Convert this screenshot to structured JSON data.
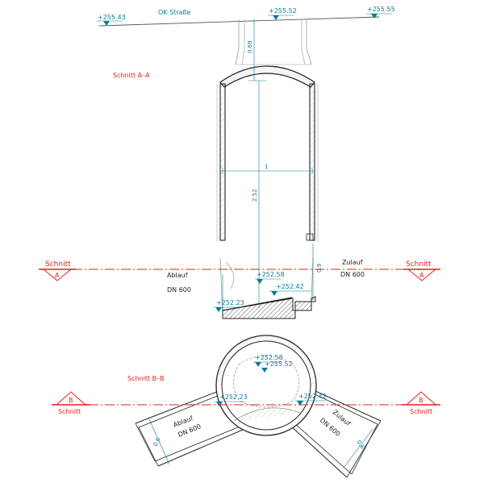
{
  "top": {
    "ground_label": "OK Straße",
    "elev_left": "+255.43",
    "elev_center": "+255.52",
    "elev_right": "+255.55"
  },
  "section_a": {
    "title": "Schnitt A–A",
    "dim_cone": "0.69",
    "dim_width": "1",
    "dim_height": "2.52",
    "dim_inlet": "0.9",
    "outlet_label": "Ablauf",
    "outlet_dn": "DN 600",
    "inlet_label": "Zulauf",
    "inlet_dn": "DN 600",
    "elev_floor_top": "+252.58",
    "elev_inlet": "+252.42",
    "elev_outlet": "+252.23"
  },
  "cut_markers": {
    "word": "Schnitt",
    "letter_a": "A",
    "letter_b": "B"
  },
  "section_b": {
    "title": "Schnitt B–B",
    "elev_top1": "+252.58",
    "elev_top2": "+255.52",
    "elev_left": "+252.23",
    "elev_right": "+252.42",
    "outlet_label": "Ablauf",
    "outlet_dn": "DN 600",
    "inlet_label": "Zulauf",
    "inlet_dn": "DN 600",
    "dim_left": "0.6",
    "dim_right": "0.6"
  },
  "colors": {
    "dimension": "#0b7d93",
    "section_marker": "#e02020",
    "construction": "#222222"
  }
}
